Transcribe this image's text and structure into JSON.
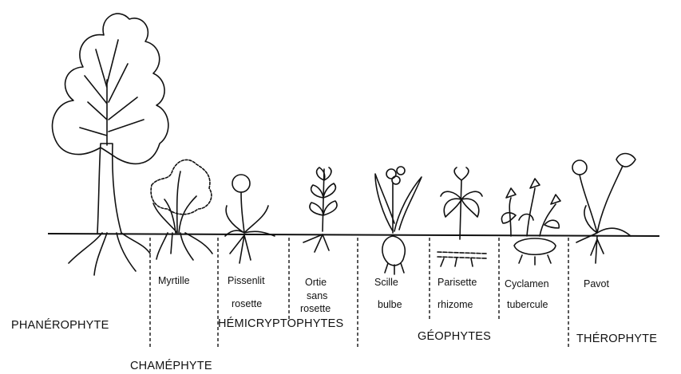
{
  "plants": {
    "myrtille": "Myrtille",
    "pissenlit": "Pissenlit",
    "pissenlit_note": "rosette",
    "ortie": "Ortie",
    "ortie_note_1": "sans",
    "ortie_note_2": "rosette",
    "scille": "Scille",
    "scille_note": "bulbe",
    "parisette": "Parisette",
    "parisette_note": "rhizome",
    "cyclamen": "Cyclamen",
    "cyclamen_note": "tubercule",
    "pavot": "Pavot"
  },
  "categories": {
    "phanerophyte": "PHANÉROPHYTE",
    "chamephyte": "CHAMÉPHYTE",
    "hemicryptophytes": "HÉMICRYPTOPHYTES",
    "geophytes": "GÉOPHYTES",
    "therophyte": "THÉROPHYTE"
  }
}
